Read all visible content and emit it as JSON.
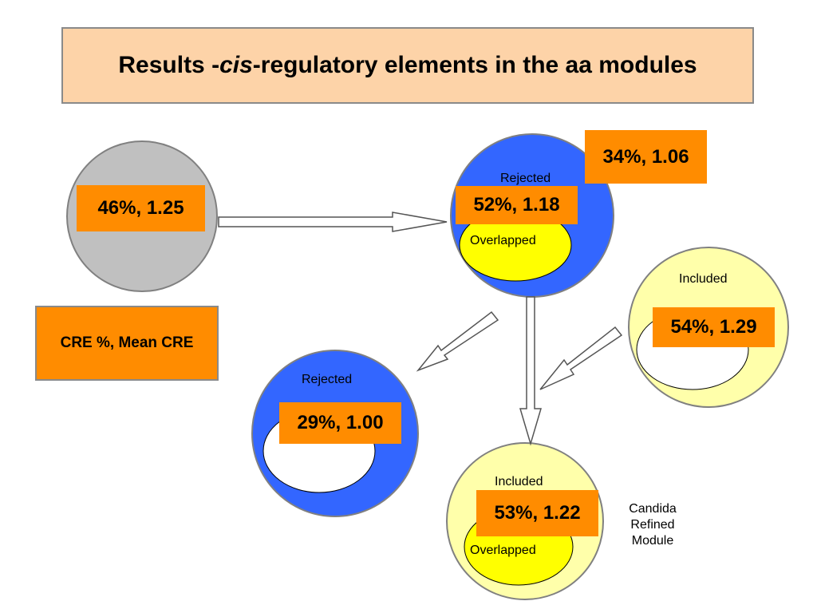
{
  "title": {
    "prefix": "Results - ",
    "italic": "cis",
    "suffix": "-regulatory elements in the aa modules"
  },
  "legend": "CRE %, Mean CRE",
  "nodes": {
    "gray": {
      "badge": "46%, 1.25"
    },
    "top": {
      "label": "Rejected",
      "inner_label": "Overlapped",
      "badge": "52%, 1.18",
      "outer_badge": "34%, 1.06"
    },
    "right": {
      "label": "Included",
      "badge": "54%, 1.29"
    },
    "left": {
      "label": "Rejected",
      "badge": "29%, 1.00"
    },
    "bottom": {
      "label": "Included",
      "inner_label": "Overlapped",
      "badge": "53%, 1.22"
    }
  },
  "module_caption": [
    "Candida",
    "Refined",
    "Module"
  ],
  "colors": {
    "title_bg": "#fdd3a8",
    "badge": "#ff8c00",
    "rejected_blue": "#3366ff",
    "included_yellow": "#ffffaa",
    "overlap_yellow": "#ffff00",
    "gray_circle": "#c0c0c0"
  }
}
